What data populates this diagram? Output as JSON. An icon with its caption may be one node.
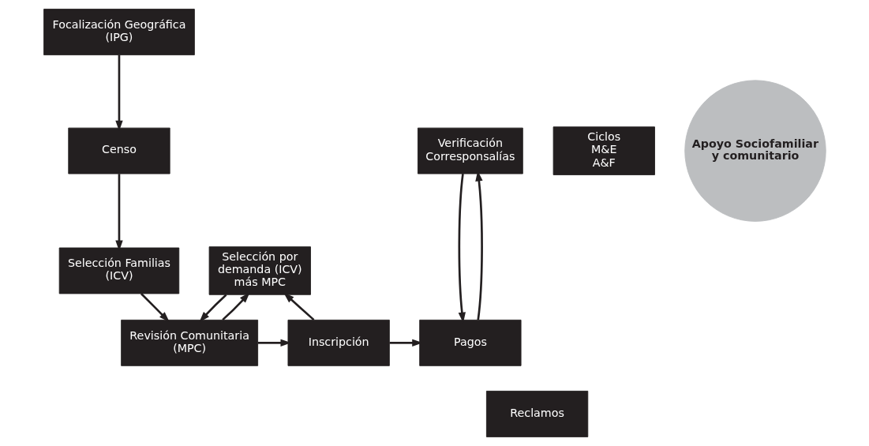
{
  "diagram": {
    "nodes": [
      {
        "text": [
          "Focalización Geográfica (IPG)"
        ]
      },
      {
        "text": [
          "Censo"
        ]
      },
      {
        "text": [
          "Selección Familias (ICV)"
        ]
      },
      {
        "text": [
          "Revisión Comunitaria (MPC)"
        ]
      },
      {
        "text": [
          "Selección por demanda (ICV) más MPC"
        ]
      },
      {
        "text": [
          "Inscripción"
        ]
      },
      {
        "text": [
          "Apoyo Sociofamiliar y comunitario"
        ]
      },
      {
        "text": [
          "Verificación Corresponsalías"
        ]
      },
      {
        "text": [
          "Pagos"
        ]
      },
      {
        "text": [
          "Ciclos M&E A&F"
        ]
      },
      {
        "text": [
          "Reclamos"
        ]
      }
    ],
    "edges": [
      {
        "from": 0,
        "to": 1,
        "arrow": "to"
      },
      {
        "from": 1,
        "to": 2,
        "arrow": "to"
      },
      {
        "from": 2,
        "to": 3,
        "arrow": "to"
      },
      {
        "from": 3,
        "to": 4,
        "arrow": "to"
      },
      {
        "from": 4,
        "to": 3,
        "arrow": "to"
      },
      {
        "from": 3,
        "to": 5,
        "arrow": "to"
      },
      {
        "from": 5,
        "to": 4,
        "arrow": "to"
      },
      {
        "from": 5,
        "to": 8,
        "arrow": "to"
      },
      {
        "from": 8,
        "to": 7,
        "arrow": "to"
      },
      {
        "from": 7,
        "to": 8,
        "arrow": "to"
      }
    ]
  }
}
